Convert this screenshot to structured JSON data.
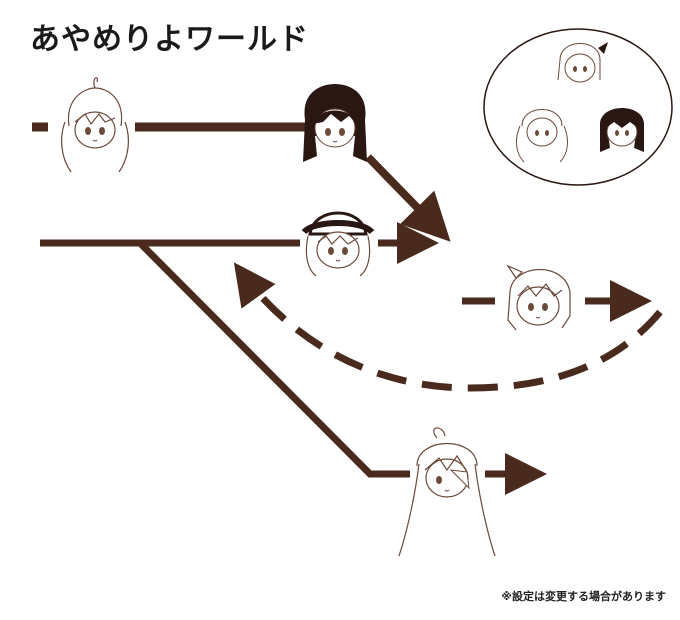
{
  "title": "あやめりよワールド",
  "note": "※設定は変更する場合があります",
  "colors": {
    "line": "#4a2a1c",
    "sketch": "#6b4a3a",
    "hair_dark": "#2a1712",
    "background": "#ffffff"
  },
  "characters": [
    {
      "name": "twin-tail-girl",
      "hair": "light"
    },
    {
      "name": "dark-haired-girl",
      "hair": "dark"
    },
    {
      "name": "hat-girl",
      "hair": "light"
    },
    {
      "name": "side-ribbon-girl",
      "hair": "light"
    },
    {
      "name": "long-haired-girl",
      "hair": "light"
    }
  ],
  "inset_characters": [
    {
      "name": "ponytail-girl",
      "hair": "light"
    },
    {
      "name": "twin-tail-girl",
      "hair": "light"
    },
    {
      "name": "dark-haired-girl",
      "hair": "dark"
    }
  ]
}
